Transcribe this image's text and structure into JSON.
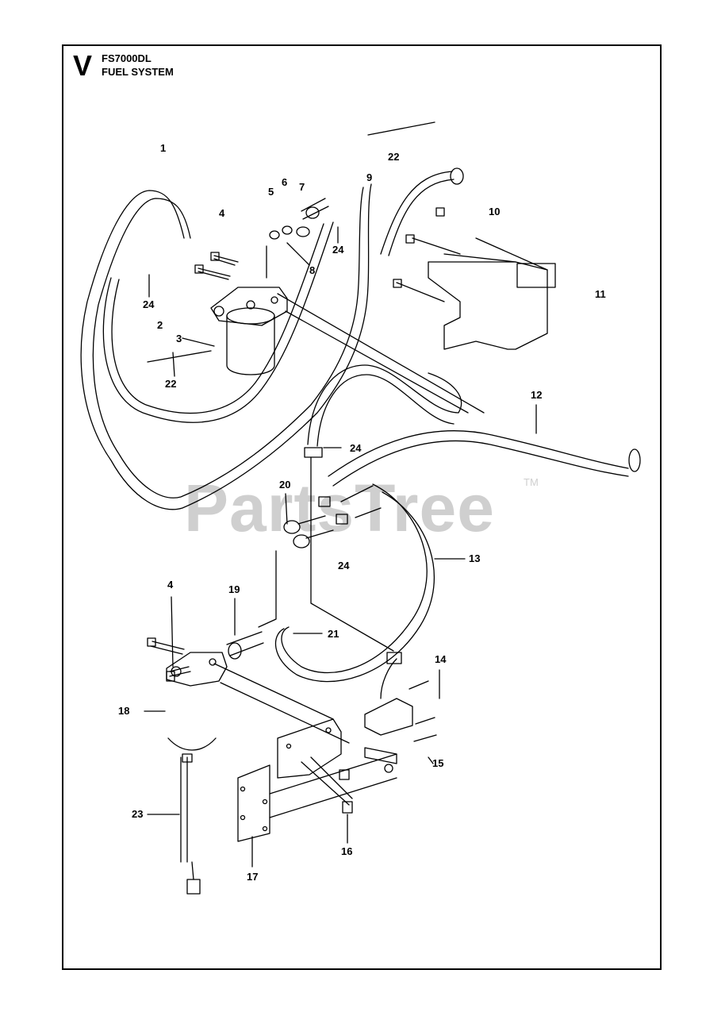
{
  "header": {
    "section": "V",
    "model": "FS7000DL",
    "title": "FUEL SYSTEM"
  },
  "watermark": {
    "text": "PartsTree",
    "tm": "TM"
  },
  "callouts": [
    {
      "id": "c1",
      "text": "1"
    },
    {
      "id": "c22a",
      "text": "22"
    },
    {
      "id": "c9",
      "text": "9"
    },
    {
      "id": "c5",
      "text": "5"
    },
    {
      "id": "c6",
      "text": "6"
    },
    {
      "id": "c7",
      "text": "7"
    },
    {
      "id": "c4a",
      "text": "4"
    },
    {
      "id": "c10",
      "text": "10"
    },
    {
      "id": "c24a",
      "text": "24"
    },
    {
      "id": "c8",
      "text": "8"
    },
    {
      "id": "c24b",
      "text": "24"
    },
    {
      "id": "c11",
      "text": "11"
    },
    {
      "id": "c2",
      "text": "2"
    },
    {
      "id": "c3",
      "text": "3"
    },
    {
      "id": "c22b",
      "text": "22"
    },
    {
      "id": "c12",
      "text": "12"
    },
    {
      "id": "c24c",
      "text": "24"
    },
    {
      "id": "c20",
      "text": "20"
    },
    {
      "id": "c13",
      "text": "13"
    },
    {
      "id": "c24d",
      "text": "24"
    },
    {
      "id": "c4b",
      "text": "4"
    },
    {
      "id": "c19",
      "text": "19"
    },
    {
      "id": "c21",
      "text": "21"
    },
    {
      "id": "c14",
      "text": "14"
    },
    {
      "id": "c18",
      "text": "18"
    },
    {
      "id": "c15",
      "text": "15"
    },
    {
      "id": "c23",
      "text": "23"
    },
    {
      "id": "c16",
      "text": "16"
    },
    {
      "id": "c17",
      "text": "17"
    }
  ]
}
